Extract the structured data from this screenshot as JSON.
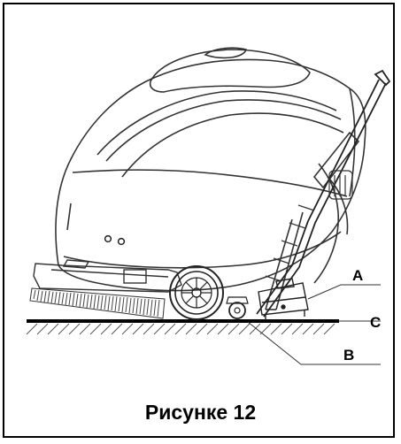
{
  "figure": {
    "caption": "Рисунке 12",
    "labels": {
      "a": "A",
      "b": "B",
      "c": "C"
    }
  }
}
